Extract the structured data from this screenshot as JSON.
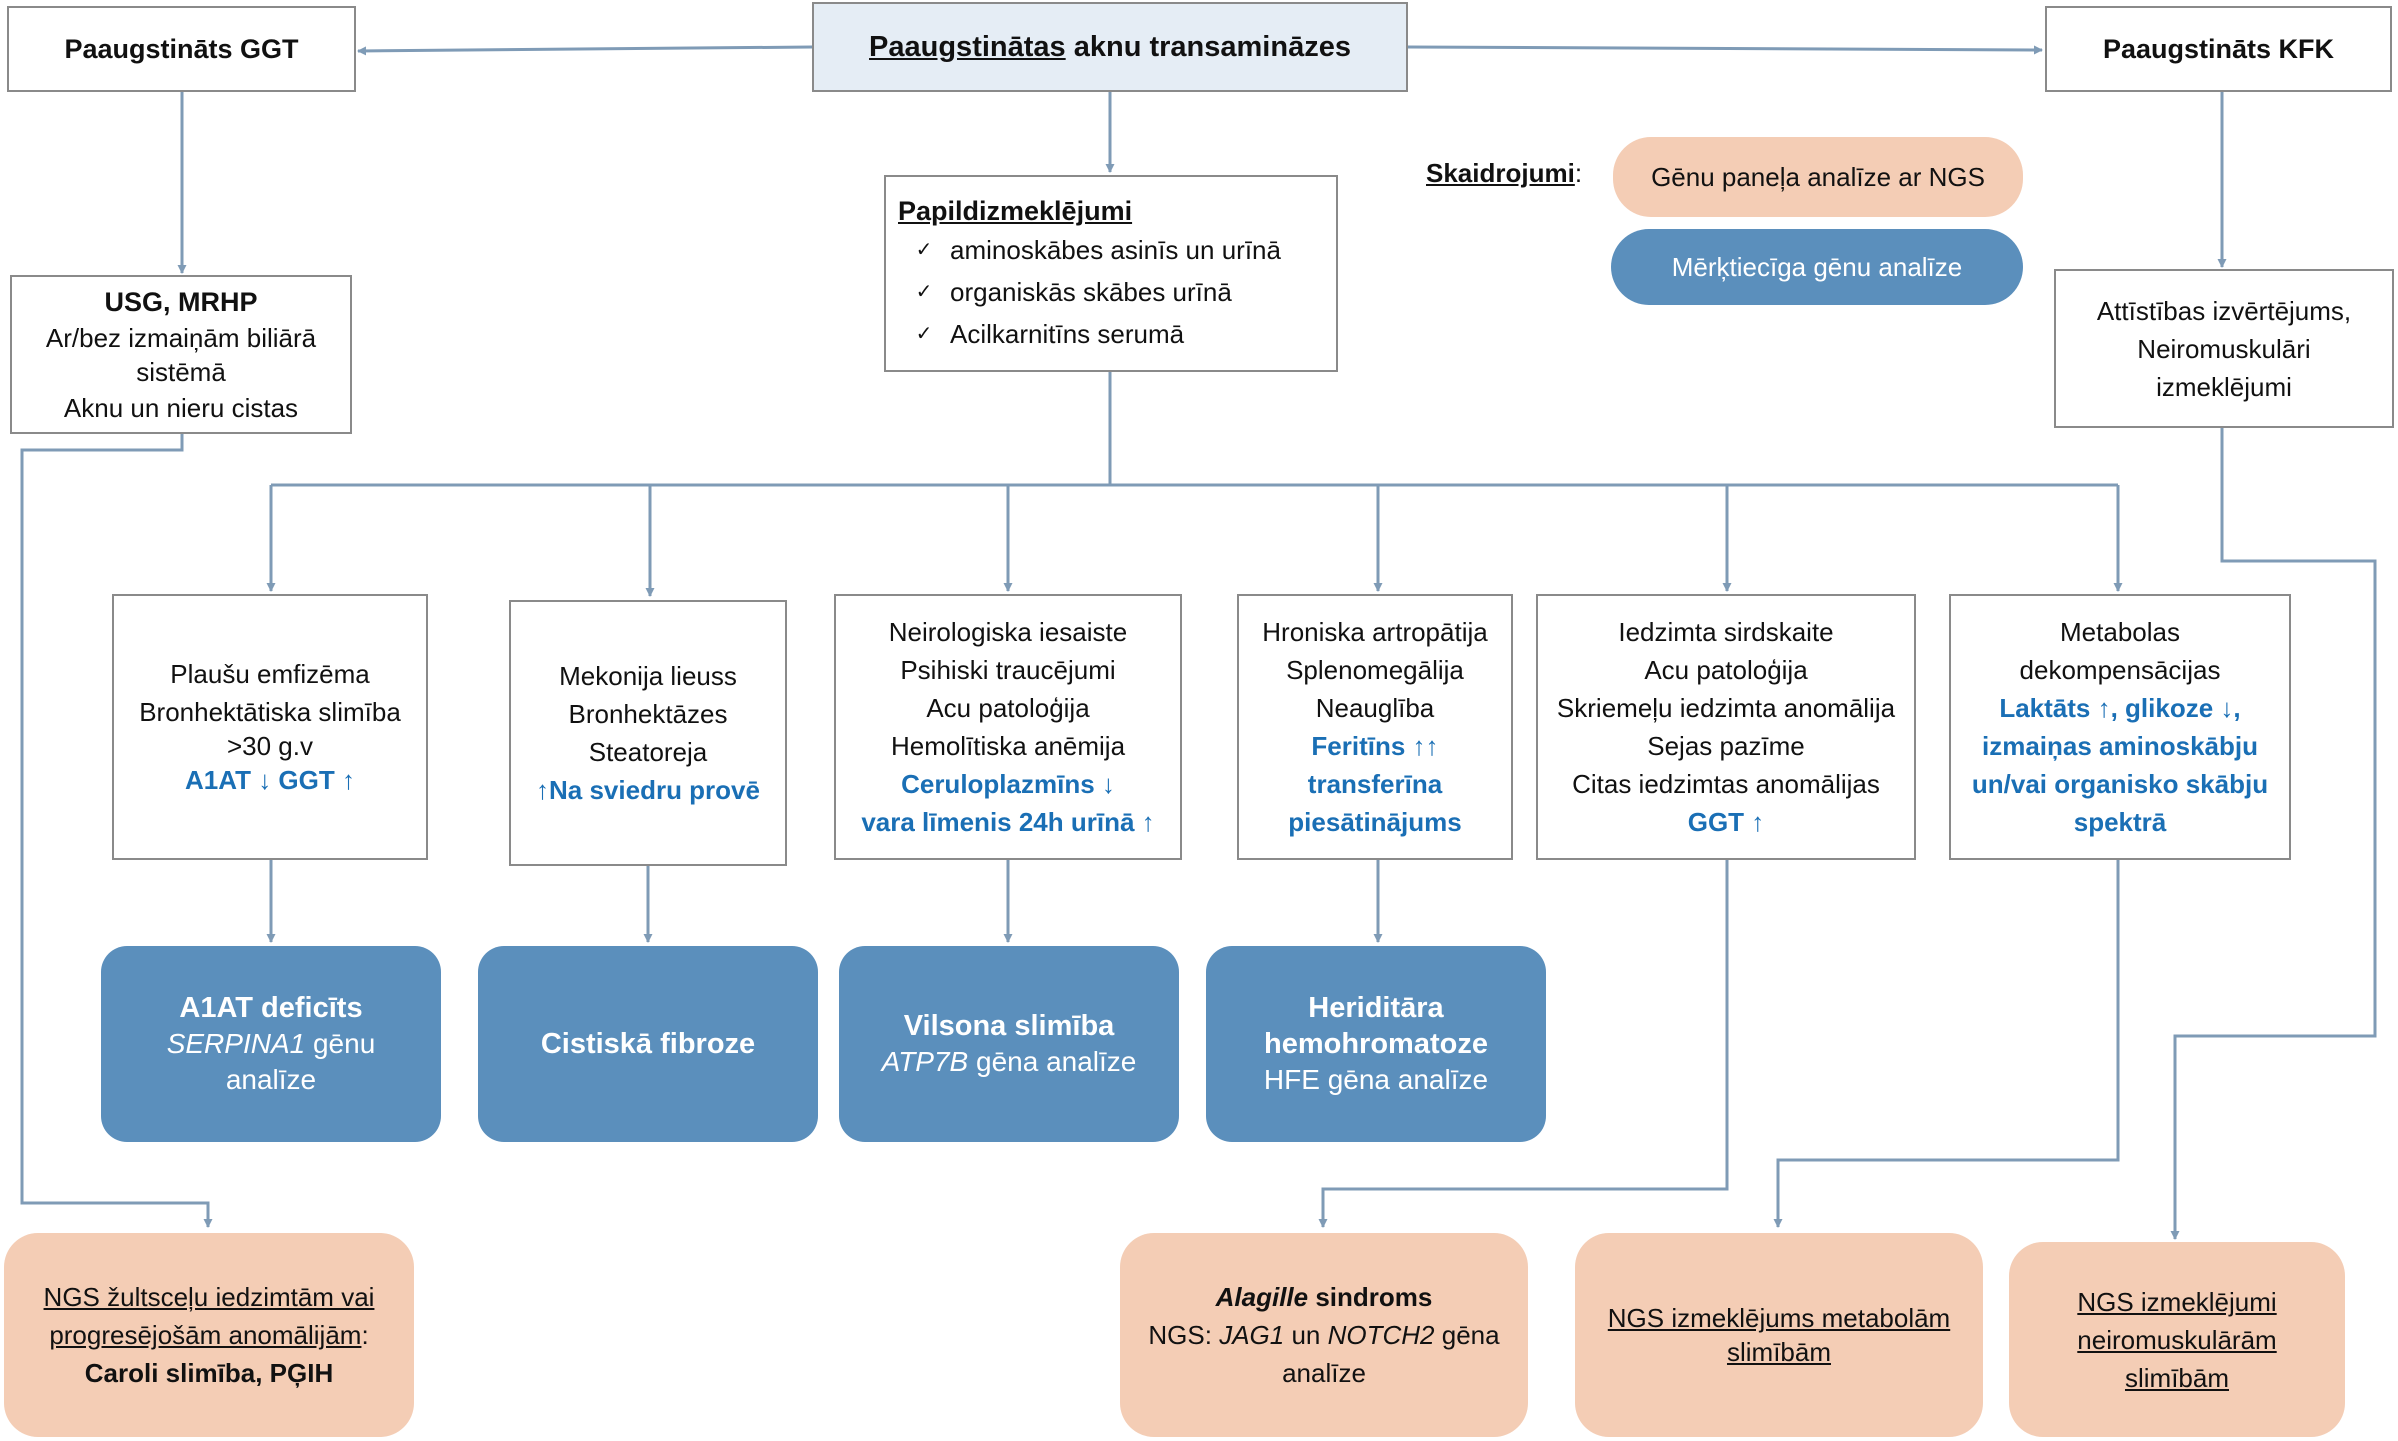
{
  "top": {
    "title_underlined": "Paaugstinātas",
    "title_rest": " aknu transamināzes"
  },
  "ggt": {
    "label": "Paaugstināts GGT"
  },
  "kfk": {
    "label": "Paaugstināts KFK"
  },
  "usg": {
    "title": "USG, MRHP",
    "lines": [
      "Ar/bez izmaiņām biliārā",
      "sistēmā",
      "Aknu un nieru cistas"
    ]
  },
  "papild": {
    "title": "Papildizmeklējumi",
    "check": "✓",
    "items": [
      "aminoskābes asinīs un urīnā",
      "organiskās skābes urīnā",
      "Acilkarnitīns serumā"
    ]
  },
  "legend": {
    "label": "Skaidrojumi",
    "colon": ":",
    "ngs_panel": "Gēnu paneļa analīze ar NGS",
    "targeted": "Mērķtiecīga gēnu analīze"
  },
  "attistibas": {
    "lines": [
      "Attīstības izvērtējums,",
      "Neiromuskulāri",
      "izmeklējumi"
    ]
  },
  "sym1": {
    "lines": [
      "Plaušu emfizēma",
      "Bronhektātiska slimība",
      ">30 g.v"
    ],
    "hl": "A1AT ↓ GGT ↑"
  },
  "sym2": {
    "lines": [
      "Mekonija lieuss",
      "Bronhektāzes",
      "Steatoreja"
    ],
    "hl": "↑Na sviedru provē"
  },
  "sym3": {
    "lines": [
      "Neirologiska iesaiste",
      "Psihiski traucējumi",
      "Acu patoloģija",
      "Hemolītiska anēmija"
    ],
    "hl": [
      "Ceruloplazmīns ↓",
      "vara līmenis 24h urīnā ↑"
    ]
  },
  "sym4": {
    "lines": [
      "Hroniska artropātija",
      "Splenomegālija",
      "Neauglība"
    ],
    "hl": [
      "Feritīns ↑↑",
      "transferīna",
      "piesātinājums"
    ]
  },
  "sym5": {
    "lines": [
      "Iedzimta sirdskaite",
      "Acu patoloģija",
      "Skriemeļu iedzimta anomālija",
      "Sejas pazīme",
      "Citas iedzimtas anomālijas"
    ],
    "hl": "GGT ↑"
  },
  "sym6": {
    "lines": [
      "Metabolas",
      "dekompensācijas"
    ],
    "hl": [
      "Laktāts ↑, glikoze ↓,",
      "izmaiņas aminoskābju",
      "un/vai organisko skābju",
      "spektrā"
    ]
  },
  "dx1": {
    "title": "A1AT deficīts",
    "gene": "SERPINA1",
    "rest1": " gēnu",
    "rest2": "analīze"
  },
  "dx2": {
    "title": "Cistiskā fibroze"
  },
  "dx3": {
    "title": "Vilsona slimība",
    "gene": "ATP7B",
    "rest": " gēna analīze"
  },
  "dx4": {
    "title1": "Heriditāra",
    "title2": "hemohromatoze",
    "sub": "HFE gēna analīze"
  },
  "ngs1": {
    "line1": "NGS žultsceļu iedzimtām vai",
    "line2": "progresējošām anomālijām",
    "colon": ":",
    "line3": "Caroli slimība, PĢIH"
  },
  "ngs2": {
    "title_italic": "Alagille",
    "title_rest": " sindroms",
    "prefix": "NGS: ",
    "gene1": "JAG1",
    "mid": " un ",
    "gene2": "NOTCH2",
    "suffix": " gēna",
    "line3": "analīze"
  },
  "ngs3": {
    "line1": "NGS izmeklējums metabolām",
    "line2": "slimībām"
  },
  "ngs4": {
    "line1": "NGS izmeklējumi",
    "line2": "neiromuskulārām",
    "line3": "slimībām"
  },
  "colors": {
    "connector": "#7f9bb6",
    "box_border": "#8a8a8a",
    "top_fill": "#e5edf5",
    "targeted_fill": "#5b8fbc",
    "ngs_fill": "#f4cdb5",
    "highlight_text": "#1a6fb5"
  }
}
